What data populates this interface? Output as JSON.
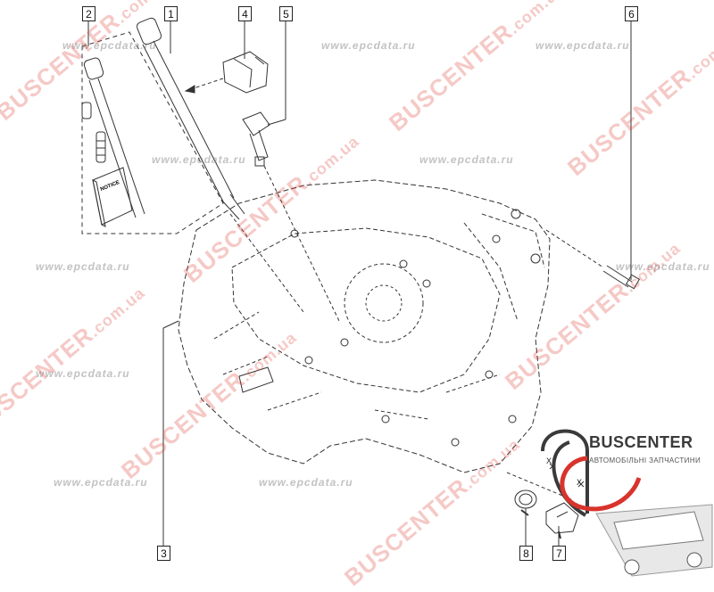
{
  "diagram": {
    "callouts": [
      {
        "id": "callout-2",
        "label": "2"
      },
      {
        "id": "callout-1",
        "label": "1"
      },
      {
        "id": "callout-4",
        "label": "4"
      },
      {
        "id": "callout-5",
        "label": "5"
      },
      {
        "id": "callout-6",
        "label": "6"
      },
      {
        "id": "callout-3",
        "label": "3"
      },
      {
        "id": "callout-8",
        "label": "8"
      },
      {
        "id": "callout-7",
        "label": "7"
      }
    ],
    "notice_label": "NOTICE",
    "marker_x": "X"
  },
  "watermarks": {
    "red": "BUSCENTER",
    "red_suffix": ".com.ua",
    "grey": "www.epcdata.ru"
  },
  "logo": {
    "title": "BUSCENTER",
    "subtitle": "АВТОМОБІЛЬНІ ЗАПЧАСТИНИ",
    "colors": {
      "accent": "#d8342c",
      "dark": "#3a3a3a"
    }
  }
}
